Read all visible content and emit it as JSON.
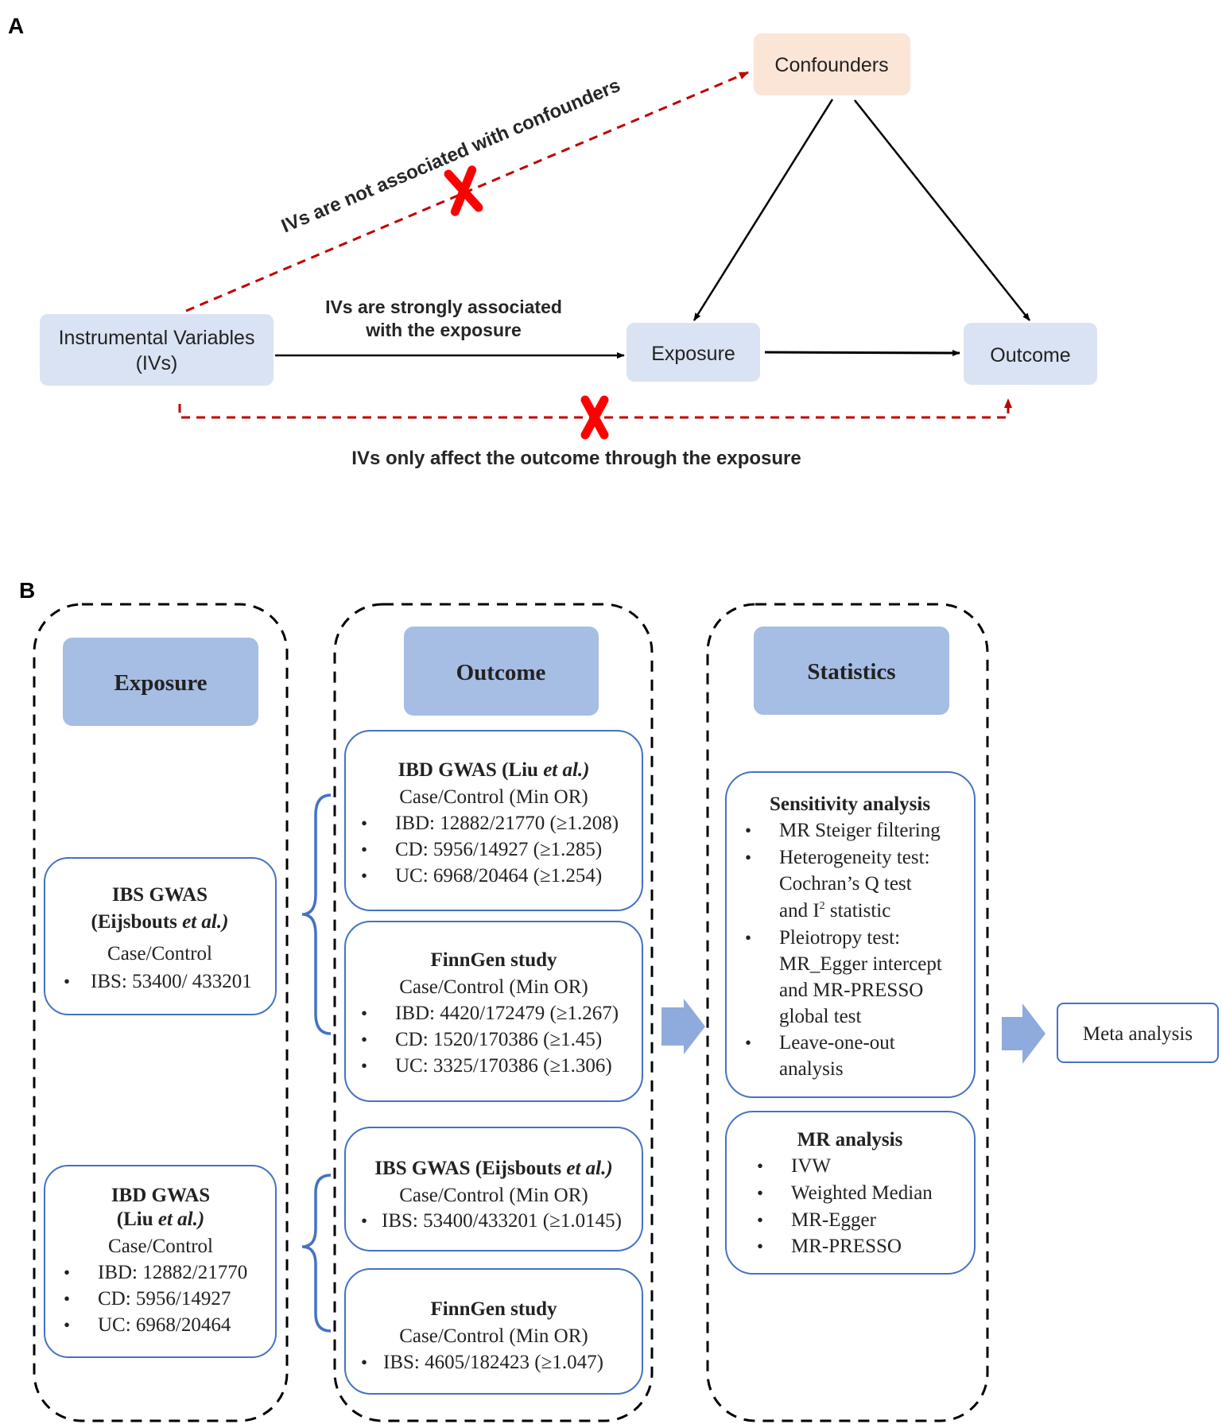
{
  "panel_a": {
    "label": "A",
    "nodes": {
      "confounders": "Confounders",
      "ivs_line1": "Instrumental Variables",
      "ivs_line2": "(IVs)",
      "exposure": "Exposure",
      "outcome": "Outcome"
    },
    "annotations": {
      "not_associated": "IVs are not associated with confounders",
      "strong_line1": "IVs are strongly associated",
      "strong_line2": "with the exposure",
      "only_through": "IVs only affect the outcome through the exposure"
    }
  },
  "panel_b": {
    "label": "B",
    "headers": {
      "exposure": "Exposure",
      "outcome": "Outcome",
      "statistics": "Statistics"
    },
    "exposure_boxes": [
      {
        "title_line1": "IBS GWAS",
        "title_line2_prefix": "(Eijsbouts ",
        "title_line2_italic": "et al.)",
        "subtitle": "Case/Control",
        "items": [
          "IBS: 53400/ 433201"
        ]
      },
      {
        "title_line1": "IBD GWAS",
        "title_line2_prefix": "(Liu ",
        "title_line2_italic": "et al.)",
        "subtitle": "Case/Control",
        "items": [
          "IBD: 12882/21770",
          "CD: 5956/14927",
          "UC: 6968/20464"
        ]
      }
    ],
    "outcome_boxes": [
      {
        "title_prefix": "IBD GWAS (Liu ",
        "title_italic": "et al.)",
        "subtitle": "Case/Control (Min OR)",
        "items": [
          "IBD: 12882/21770 (≥1.208)",
          "CD: 5956/14927 (≥1.285)",
          "UC: 6968/20464 (≥1.254)"
        ]
      },
      {
        "title_prefix": "FinnGen study",
        "title_italic": "",
        "subtitle": "Case/Control (Min OR)",
        "items": [
          "IBD: 4420/172479 (≥1.267)",
          "CD: 1520/170386 (≥1.45)",
          "UC: 3325/170386 (≥1.306)"
        ]
      },
      {
        "title_prefix": "IBS GWAS (Eijsbouts ",
        "title_italic": "et al.)",
        "subtitle": "Case/Control (Min OR)",
        "items": [
          "IBS: 53400/433201 (≥1.0145)"
        ]
      },
      {
        "title_prefix": "FinnGen study",
        "title_italic": "",
        "subtitle": "Case/Control (Min OR)",
        "items": [
          "IBS: 4605/182423 (≥1.047)"
        ]
      }
    ],
    "sensitivity": {
      "title": "Sensitivity analysis",
      "item1": "MR Steiger filtering",
      "item2_line1": "Heterogeneity test:",
      "item2_line2": "Cochran’s Q test",
      "item2_line3_pre": "and I",
      "item2_line3_sup": "2",
      "item2_line3_post": " statistic",
      "item3_line1": "Pleiotropy test:",
      "item3_line2": "MR_Egger intercept",
      "item3_line3": "and MR-PRESSO",
      "item3_line4": "global test",
      "item4_line1": "Leave-one-out",
      "item4_line2": "analysis"
    },
    "mr_analysis": {
      "title": "MR analysis",
      "items": [
        "IVW",
        "Weighted Median",
        "MR-Egger",
        "MR-PRESSO"
      ]
    },
    "meta": "Meta analysis",
    "bullet": "•"
  },
  "colors": {
    "node_blue": "#dae3f3",
    "confounder_peach": "#fbe5d6",
    "header_blue": "#a6bde4",
    "box_border": "#4472c4",
    "arrow_blue": "#8faadc",
    "dashed_red": "#c00000",
    "cross_red": "#ff0000"
  }
}
